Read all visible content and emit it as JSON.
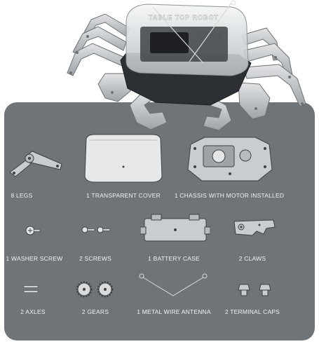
{
  "robot": {
    "cover_text": "TABLE TOP ROBOT"
  },
  "parts": [
    {
      "label": "8 LEGS"
    },
    {
      "label": "1 TRANSPARENT COVER"
    },
    {
      "label": "1 CHASSIS WITH MOTOR INSTALLED"
    },
    {
      "label": "1 WASHER SCREW"
    },
    {
      "label": "2 SCREWS"
    },
    {
      "label": "1 BATTERY CASE"
    },
    {
      "label": "2 CLAWS"
    },
    {
      "label": "2 AXLES"
    },
    {
      "label": "2 GEARS"
    },
    {
      "label": "1 METAL WIRE ANTENNA"
    },
    {
      "label": "2 TERMINAL CAPS"
    }
  ],
  "colors": {
    "panel": "#6f7478",
    "text": "#f1f1f1",
    "part_fill": "#c9cdd0",
    "part_stroke": "#3d4145"
  }
}
